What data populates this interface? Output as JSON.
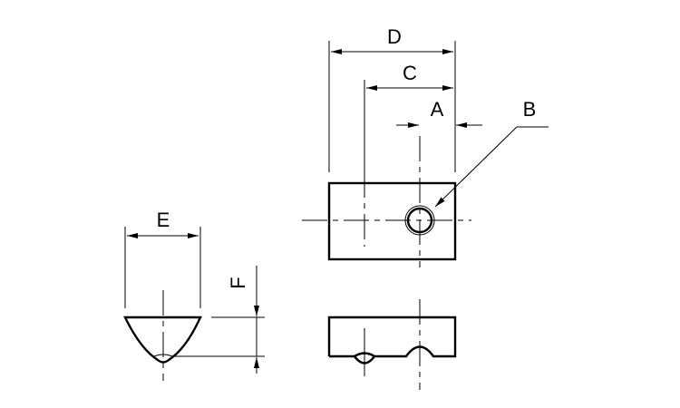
{
  "labels": {
    "A": "A",
    "B": "B",
    "C": "C",
    "D": "D",
    "E": "E",
    "F": "F"
  },
  "colors": {
    "line": "#000000",
    "background": "#ffffff"
  }
}
